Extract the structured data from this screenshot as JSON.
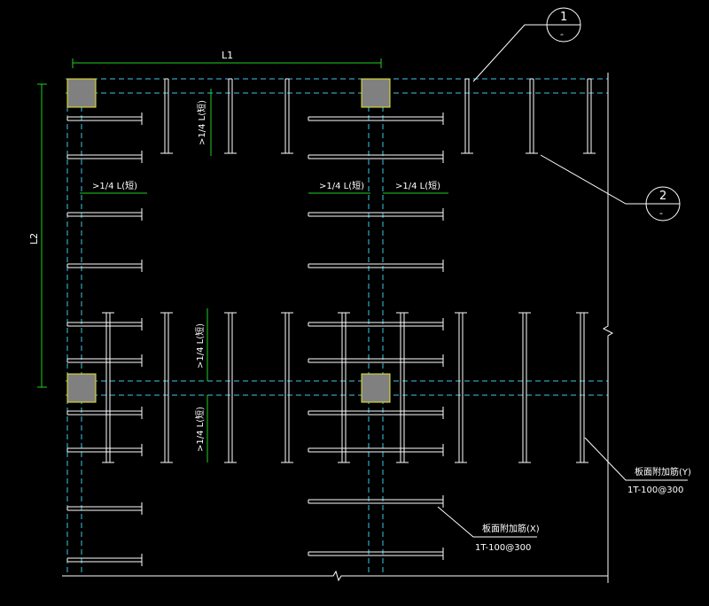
{
  "colors": {
    "background": "#000000",
    "axis": "#3cc8e6",
    "dimension": "#20d020",
    "bar": "#ffffff",
    "column_fill": "#808080",
    "column_edge": "#e8e830",
    "leader": "#ffffff"
  },
  "dimensions": {
    "l1": "L1",
    "l2": "L2",
    "quarter_h": ">1/4 L(短)",
    "quarter_v": ">1/4 L(短)"
  },
  "callouts": {
    "c1_num": "1",
    "c1_sub": "-",
    "c2_num": "2",
    "c2_sub": "-"
  },
  "notes": {
    "y_title": "板面附加筋(Y)",
    "y_spec": "1T-100@300",
    "x_title": "板面附加筋(X)",
    "x_spec": "1T-100@300"
  }
}
